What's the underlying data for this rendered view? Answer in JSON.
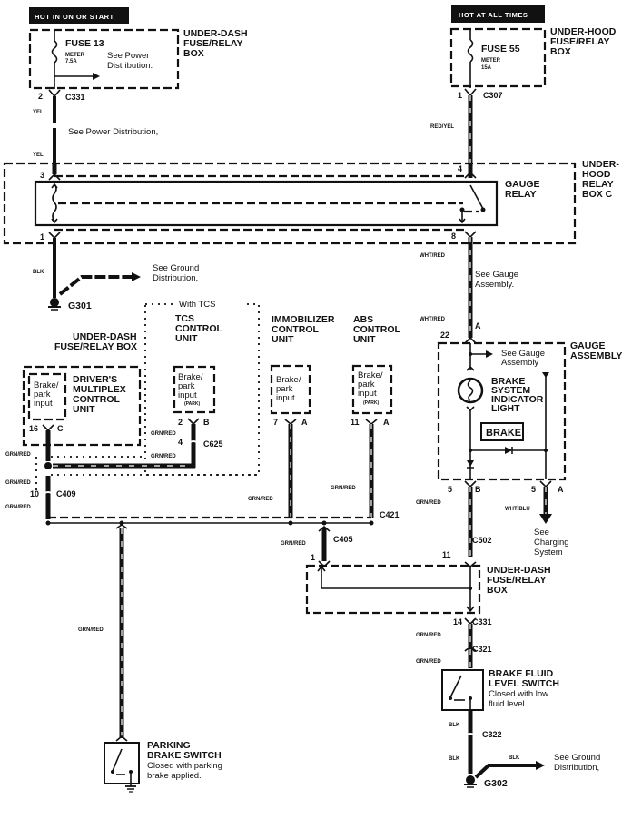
{
  "diagram": {
    "title": "Brake System Indicator Wiring",
    "headers": {
      "left": "HOT IN ON OR START",
      "right": "HOT AT ALL TIMES"
    },
    "fuse13": {
      "name": "FUSE 13",
      "circuit": "METER",
      "rating": "7.5A",
      "note_line1": "See Power",
      "note_line2": "Distribution."
    },
    "fuse55": {
      "name": "FUSE 55",
      "circuit": "METER",
      "rating": "15A"
    },
    "underdash_box_top": [
      "UNDER-DASH",
      "FUSE/RELAY",
      "BOX"
    ],
    "underhood_box_top": [
      "UNDER-HOOD",
      "FUSE/RELAY",
      "BOX"
    ],
    "connectors": {
      "c331_top": {
        "pin": "2",
        "name": "C331"
      },
      "c307": {
        "pin": "1",
        "name": "C307"
      },
      "relay_pin3": "3",
      "relay_pin1": "1",
      "relay_pin4": "4",
      "relay_pin8": "8",
      "gauge_pin22": "22",
      "gauge_pinA_top": "A",
      "gauge_b_pin": "5",
      "gauge_b_name": "B",
      "gauge_a_pin": "5",
      "gauge_a_name": "A",
      "c502": {
        "pin": "11",
        "name": "C502"
      },
      "c331_bottom": {
        "pin": "14",
        "name": "C331"
      },
      "c321": "C321",
      "c322": "C322",
      "c405": {
        "pin": "1",
        "name": "C405"
      },
      "c421": "C421",
      "c409": {
        "pin": "10",
        "name": "C409"
      },
      "c625": {
        "pin": "4",
        "name": "C625"
      },
      "dmcu": {
        "pin": "16",
        "name": "C"
      },
      "tcs": {
        "pin": "2",
        "name": "B"
      },
      "immob": {
        "pin": "7",
        "name": "A"
      },
      "abs": {
        "pin": "11",
        "name": "A"
      }
    },
    "wires": {
      "yel1": "YEL",
      "yel2": "YEL",
      "redyel": "RED/YEL",
      "blk_g301": "BLK",
      "whtred1": "WHT/RED",
      "whtred2": "WHT/RED",
      "grnred_dmcu": "GRN/RED",
      "grnred_tcs": "GRN/RED",
      "grnred_c625": "GRN/RED",
      "grnred_c409a": "GRN/RED",
      "grnred_c409b": "GRN/RED",
      "grnred_immob": "GRN/RED",
      "grnred_abs": "GRN/RED",
      "grnred_c405": "GRN/RED",
      "grnred_c502": "GRN/RED",
      "grnred_c331": "GRN/RED",
      "grnred_c321": "GRN/RED",
      "grnred_park": "GRN/RED",
      "whtblu": "WHT/BLU",
      "blk1": "BLK",
      "blk2": "BLK",
      "blk3": "BLK"
    },
    "notes": {
      "power_dist": "See Power Distribution,",
      "ground_dist_1_line1": "See Ground",
      "ground_dist_1_line2": "Distribution,",
      "gauge_assembly_ref_line1": "See Gauge",
      "gauge_assembly_ref_line2": "Assembly.",
      "gauge_inner_ref_line1": "See Gauge",
      "gauge_inner_ref_line2": "Assembly",
      "charging_line1": "See",
      "charging_line2": "Charging",
      "charging_line3": "System",
      "ground_dist_2_line1": "See Ground",
      "ground_dist_2_line2": "Distribution,"
    },
    "relay_box": [
      "UNDER-",
      "HOOD",
      "RELAY",
      "BOX C"
    ],
    "gauge_relay": [
      "GAUGE",
      "RELAY"
    ],
    "grounds": {
      "g301": "G301",
      "g302": "G302"
    },
    "with_tcs": "With TCS",
    "tcs_unit": [
      "TCS",
      "CONTROL",
      "UNIT"
    ],
    "underdash_mid": [
      "UNDER-DASH",
      "FUSE/RELAY BOX"
    ],
    "dmcu": [
      "DRIVER'S",
      "MULTIPLEX",
      "CONTROL",
      "UNIT"
    ],
    "dmcu_input": [
      "Brake/",
      "park",
      "input"
    ],
    "tcs_input": [
      "Brake/",
      "park",
      "input",
      "(PARK)"
    ],
    "immob_unit": [
      "IMMOBILIZER",
      "CONTROL",
      "UNIT"
    ],
    "immob_input": [
      "Brake/",
      "park",
      "input"
    ],
    "abs_unit": [
      "ABS",
      "CONTROL",
      "UNIT"
    ],
    "abs_input": [
      "Brake/",
      "park",
      "input",
      "(PARK)"
    ],
    "gauge_assembly": [
      "GAUGE",
      "ASSEMBLY"
    ],
    "indicator": [
      "BRAKE",
      "SYSTEM",
      "INDICATOR",
      "LIGHT"
    ],
    "brake_lamp": "BRAKE",
    "underdash_bottom": [
      "UNDER-DASH",
      "FUSE/RELAY",
      "BOX"
    ],
    "fluid_switch": {
      "title1": "BRAKE FLUID",
      "title2": "LEVEL SWITCH",
      "note1": "Closed with low",
      "note2": "fluid level."
    },
    "parking_switch": {
      "title1": "PARKING",
      "title2": "BRAKE SWITCH",
      "note1": "Closed with parking",
      "note2": "brake applied."
    }
  }
}
